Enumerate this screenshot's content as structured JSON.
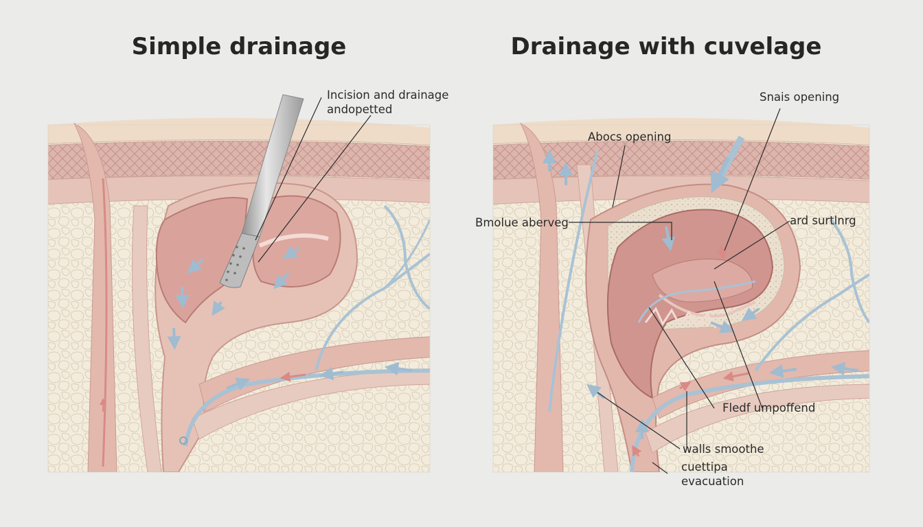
{
  "panels": {
    "left": {
      "title": "Simple drainage",
      "labels": {
        "incision_line1": "Incision and drainage",
        "incision_line2": "andopetted"
      }
    },
    "right": {
      "title": "Drainage with cuvelage",
      "labels": {
        "snais": "Snais opening",
        "abocs": "Abocs opening",
        "bmolue": "Bmolue aberveg",
        "ard": "ard surtlnrg",
        "fledf": "Fledf umpoffend",
        "walls": "walls smoothe",
        "cuettipa": "cuettipa",
        "evacuation": "evacuation"
      }
    }
  },
  "colors": {
    "background": "#ebebe9",
    "fat": "#f1ead9",
    "muscle": "#e8c6bd",
    "skin": "#efd9c6",
    "cavity": "#d9a09a",
    "vessel_blue": "#a9c2d4",
    "vessel_red": "#d98a86",
    "instrument": "#b5b5b5"
  }
}
